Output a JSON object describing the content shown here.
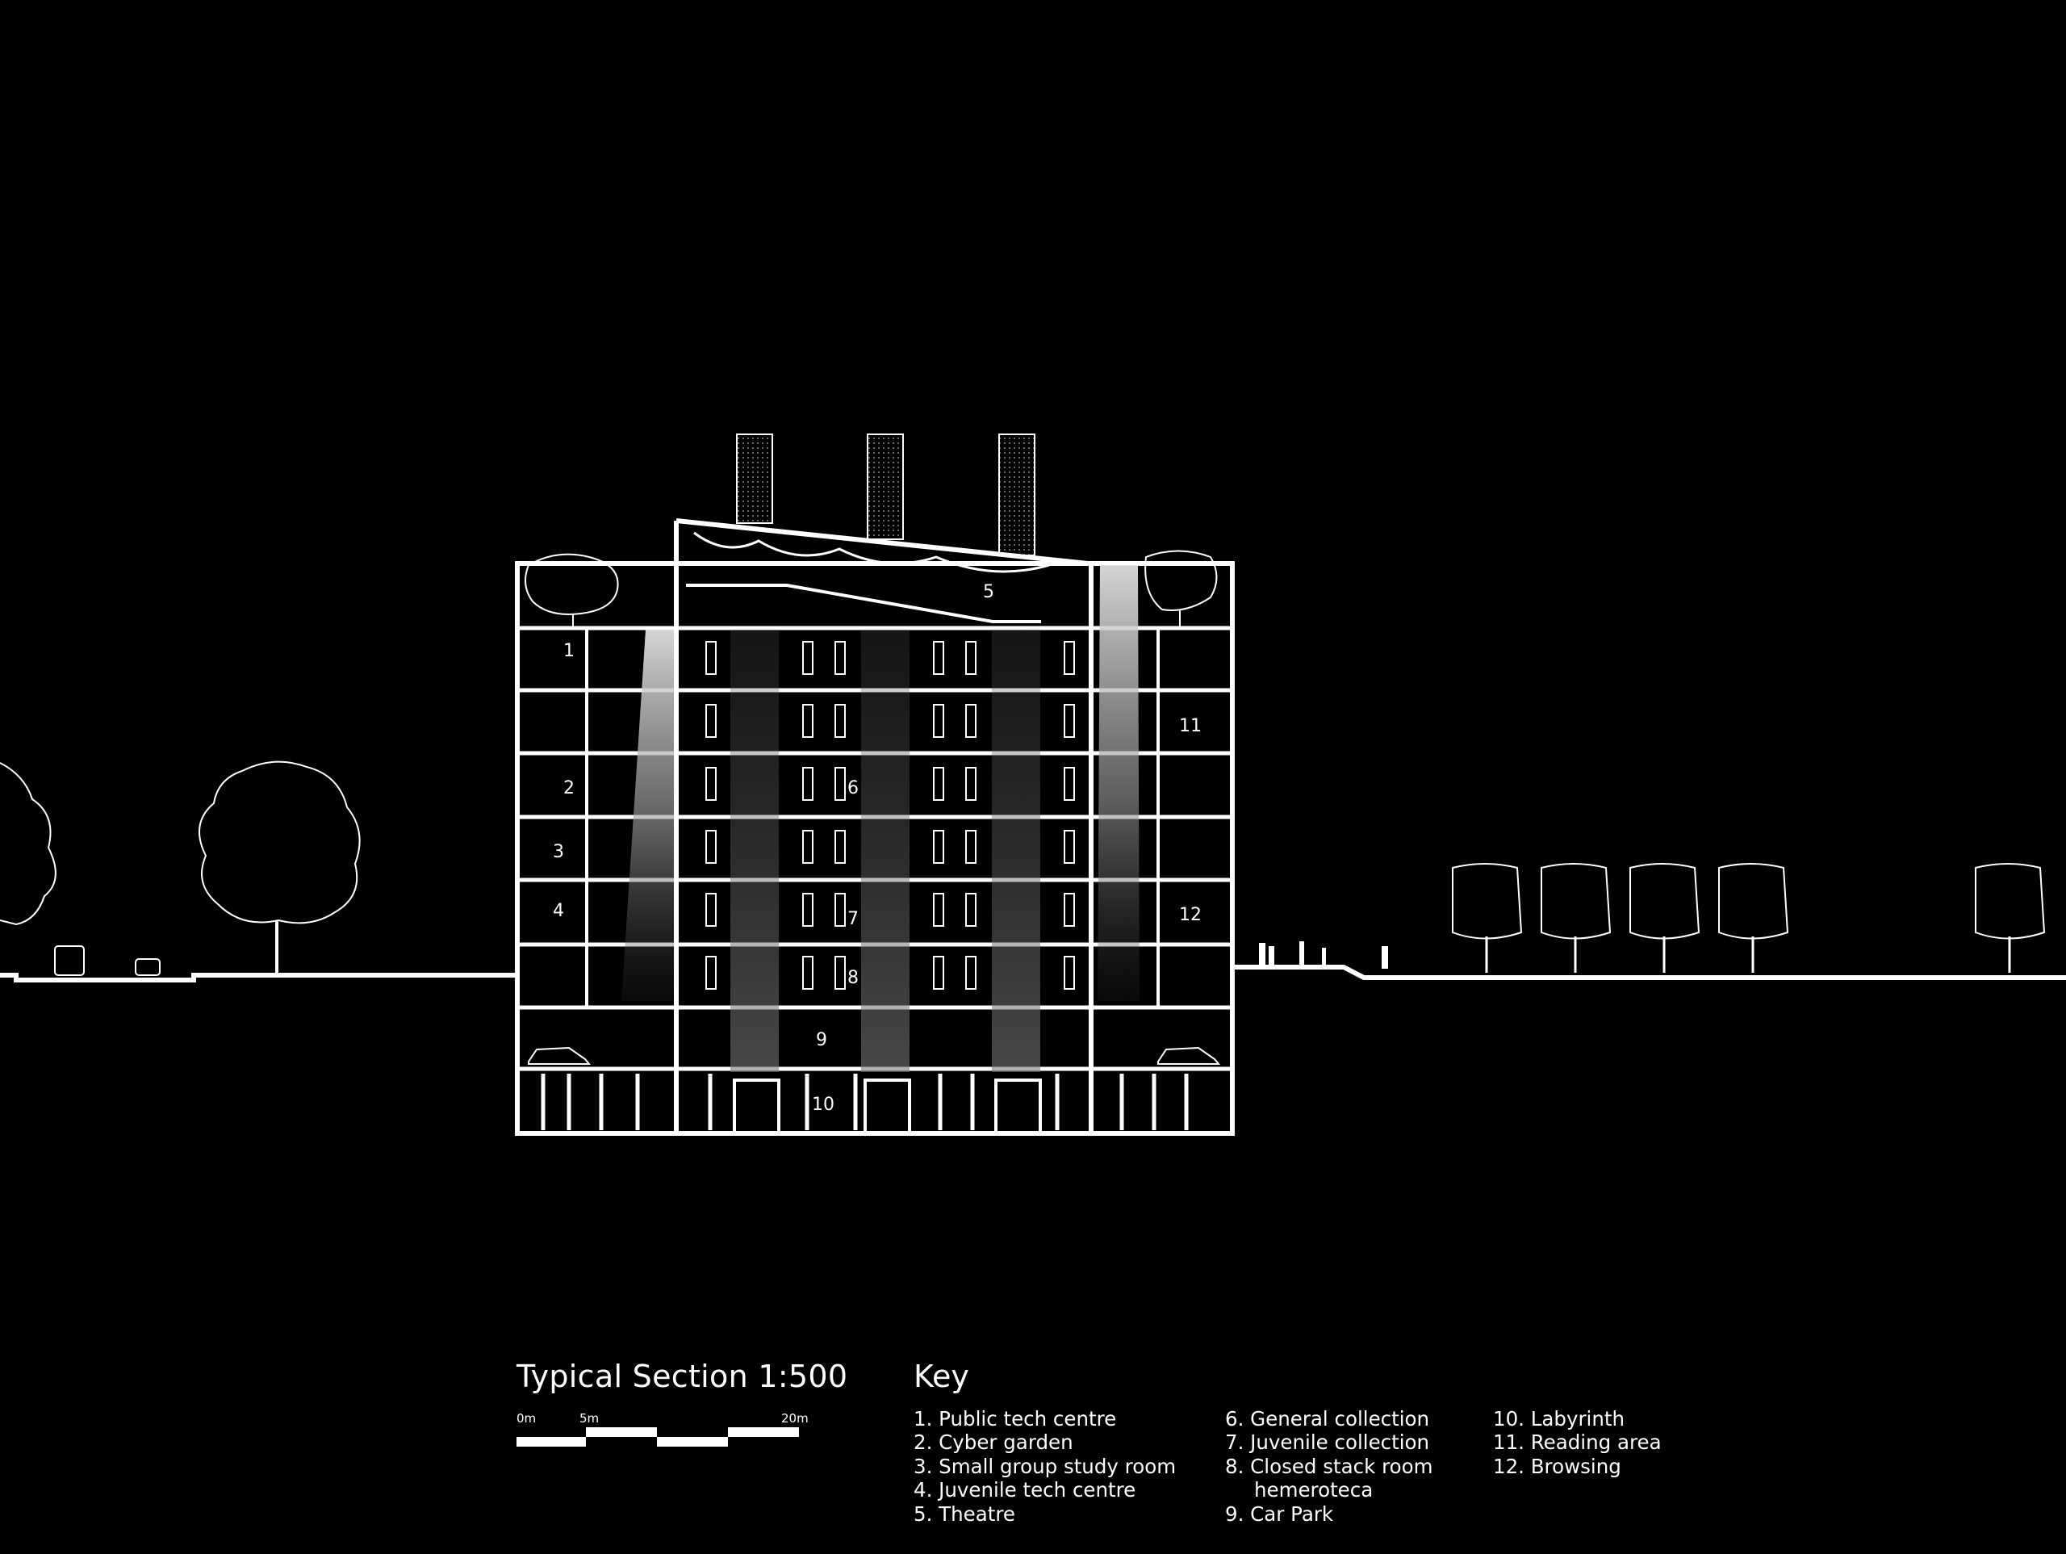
{
  "title": "Typical Section 1:500",
  "scale_bar": {
    "labels": [
      "0m",
      "5m",
      "20m"
    ]
  },
  "key": {
    "heading": "Key",
    "columns": [
      [
        "1. Public tech centre",
        "2. Cyber garden",
        "3. Small group study room",
        "4. Juvenile tech centre",
        "5. Theatre"
      ],
      [
        "6. General collection",
        "7. Juvenile collection",
        "8. Closed stack room",
        "hemeroteca",
        "9. Car Park"
      ],
      [
        "10. Labyrinth",
        "11. Reading area",
        "12. Browsing"
      ]
    ]
  },
  "section_labels": [
    "1",
    "2",
    "3",
    "4",
    "5",
    "6",
    "7",
    "8",
    "9",
    "10",
    "11",
    "12"
  ],
  "colors": {
    "background": "#000000",
    "line": "#ffffff",
    "light_beam": "#d8d8d8"
  }
}
